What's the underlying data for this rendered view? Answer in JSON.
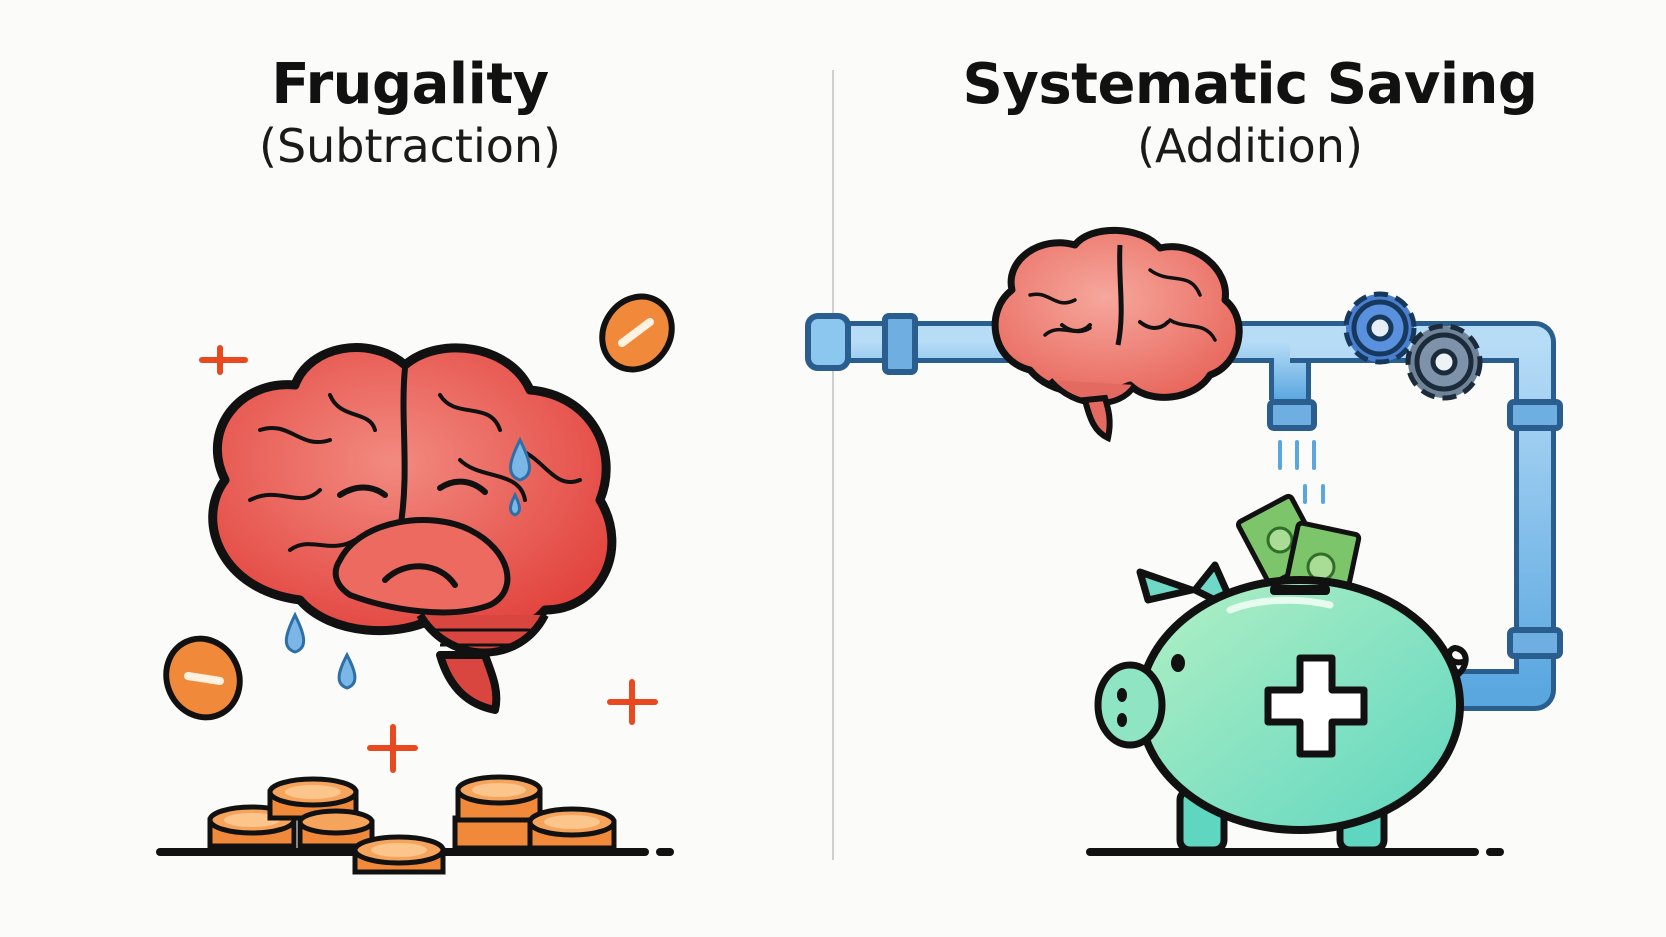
{
  "left_panel": {
    "title": "Frugality",
    "subtitle": "(Subtraction)"
  },
  "right_panel": {
    "title": "Systematic Saving",
    "subtitle": "(Addition)"
  },
  "icons": {
    "left": [
      "stressed-brain-icon",
      "sweat-drop-icon",
      "minus-coin-icon",
      "plus-sign-icon",
      "coin-stack-icon"
    ],
    "right": [
      "calm-brain-icon",
      "water-pipe-icon",
      "gear-icon",
      "piggy-bank-icon",
      "dollar-bill-icon",
      "plus-sign-icon"
    ]
  },
  "colors": {
    "brain": "#e9574f",
    "coin": "#f08a3a",
    "plus": "#e8491f",
    "pipe": "#7fbde9",
    "gear": "#4a7fd0",
    "piggy": "#8ee6b0",
    "bill": "#7cc56a",
    "drop": "#7ab7e6"
  }
}
